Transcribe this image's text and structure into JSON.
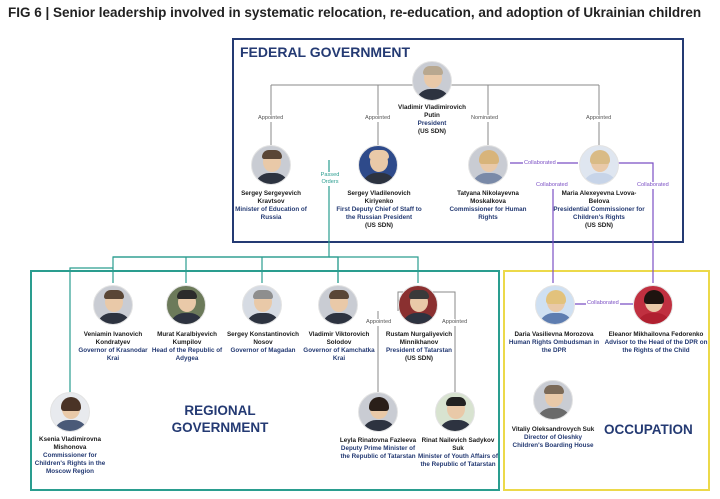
{
  "title": "FIG 6 | Senior leadership involved in systematic relocation, re-education, and adoption of Ukrainian children",
  "groups": {
    "federal": "FEDERAL GOVERNMENT",
    "regional": "REGIONAL GOVERNMENT",
    "occupation": "OCCUPATION"
  },
  "relations": {
    "appointed": "Appointed",
    "nominated": "Nominated",
    "passed_orders": "Passed Orders",
    "collaborated": "Collaborated"
  },
  "colors": {
    "federal_border": "#243a73",
    "regional_border": "#2a9d8f",
    "occupation_border": "#ecd94a",
    "role_text": "#243a73",
    "orders_line": "#2a9d8f",
    "collab_line": "#7b4fc4"
  },
  "people": {
    "putin": {
      "name": "Vladimir Vladimirovich Putin",
      "role": "President",
      "sdn": "(US SDN)"
    },
    "kravtsov": {
      "name": "Sergey Sergeyevich Kravtsov",
      "role": "Minister of Education of Russia",
      "sdn": ""
    },
    "kiriyenko": {
      "name": "Sergey Vladilenovich Kiriyenko",
      "role": "First Deputy Chief of Staff to the Russian President",
      "sdn": "(US SDN)"
    },
    "moskalkova": {
      "name": "Tatyana Nikolayevna Moskalkova",
      "role": "Commissioner for Human Rights",
      "sdn": ""
    },
    "lvova": {
      "name": "Maria Alexeyevna Lvova-Belova",
      "role": "Presidential Commissioner for Children's Rights",
      "sdn": "(US SDN)"
    },
    "kondratyev": {
      "name": "Veniamin Ivanovich Kondratyev",
      "role": "Governor of Krasnodar Krai",
      "sdn": ""
    },
    "kumpilov": {
      "name": "Murat Karalbiyevich Kumpilov",
      "role": "Head of the Republic of Adygea",
      "sdn": ""
    },
    "nosov": {
      "name": "Sergey Konstantinovich Nosov",
      "role": "Governor of Magadan",
      "sdn": ""
    },
    "solodov": {
      "name": "Vladimir Viktorovich Solodov",
      "role": "Governor of Kamchatka Krai",
      "sdn": ""
    },
    "minnikhanov": {
      "name": "Rustam Nurgaliyevich Minnikhanov",
      "role": "President of Tatarstan",
      "sdn": "(US SDN)"
    },
    "mishonova": {
      "name": "Ksenia Vladimirovna Mishonova",
      "role": "Commissioner for Children's Rights in the Moscow Region",
      "sdn": ""
    },
    "fazleeva": {
      "name": "Leyla Rinatovna Fazleeva",
      "role": "Deputy Prime Minister of the Republic of Tatarstan",
      "sdn": ""
    },
    "suk": {
      "name": "Rinat Nailevich Sadykov Suk",
      "role": "Minister of Youth Affairs of the Republic of Tatarstan",
      "sdn": ""
    },
    "morozova": {
      "name": "Daria Vasilievna Morozova",
      "role": "Human Rights Ombudsman in the DPR",
      "sdn": ""
    },
    "fedorenko": {
      "name": "Eleanor Mikhailovna Fedorenko",
      "role": "Advisor to the Head of the DPR on the Rights of the Child",
      "sdn": ""
    },
    "oleksandrovych": {
      "name": "Vitaliy Oleksandrovych Suk",
      "role": "Director of Oleshky Children's Boarding House",
      "sdn": ""
    }
  }
}
